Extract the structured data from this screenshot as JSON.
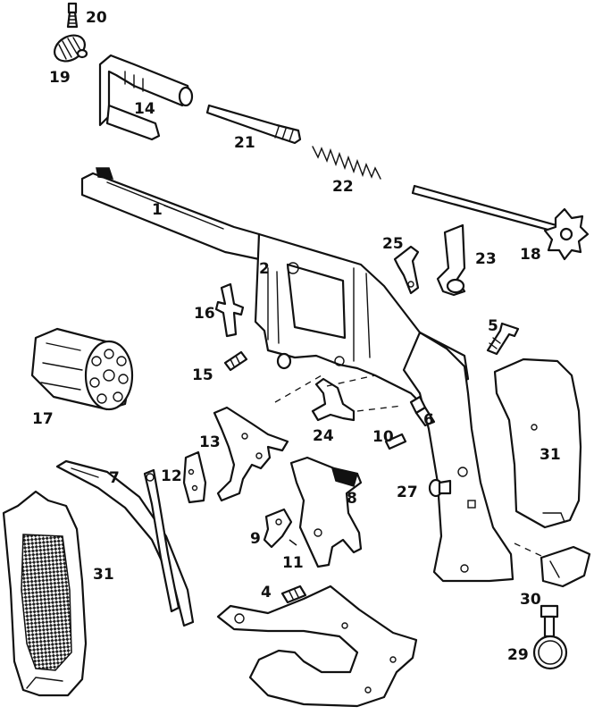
{
  "labels": {
    "p1": "1",
    "p2": "2",
    "p4": "4",
    "p5": "5",
    "p6": "6",
    "p7": "7",
    "p8": "8",
    "p9": "9",
    "p10": "10",
    "p11": "11",
    "p12": "12",
    "p13": "13",
    "p14": "14",
    "p15": "15",
    "p16": "16",
    "p17": "17",
    "p18": "18",
    "p19": "19",
    "p20": "20",
    "p21": "21",
    "p22": "22",
    "p23": "23",
    "p24": "24",
    "p25": "25",
    "p27": "27",
    "p29": "29",
    "p30": "30",
    "p31a": "31",
    "p31b": "31"
  }
}
